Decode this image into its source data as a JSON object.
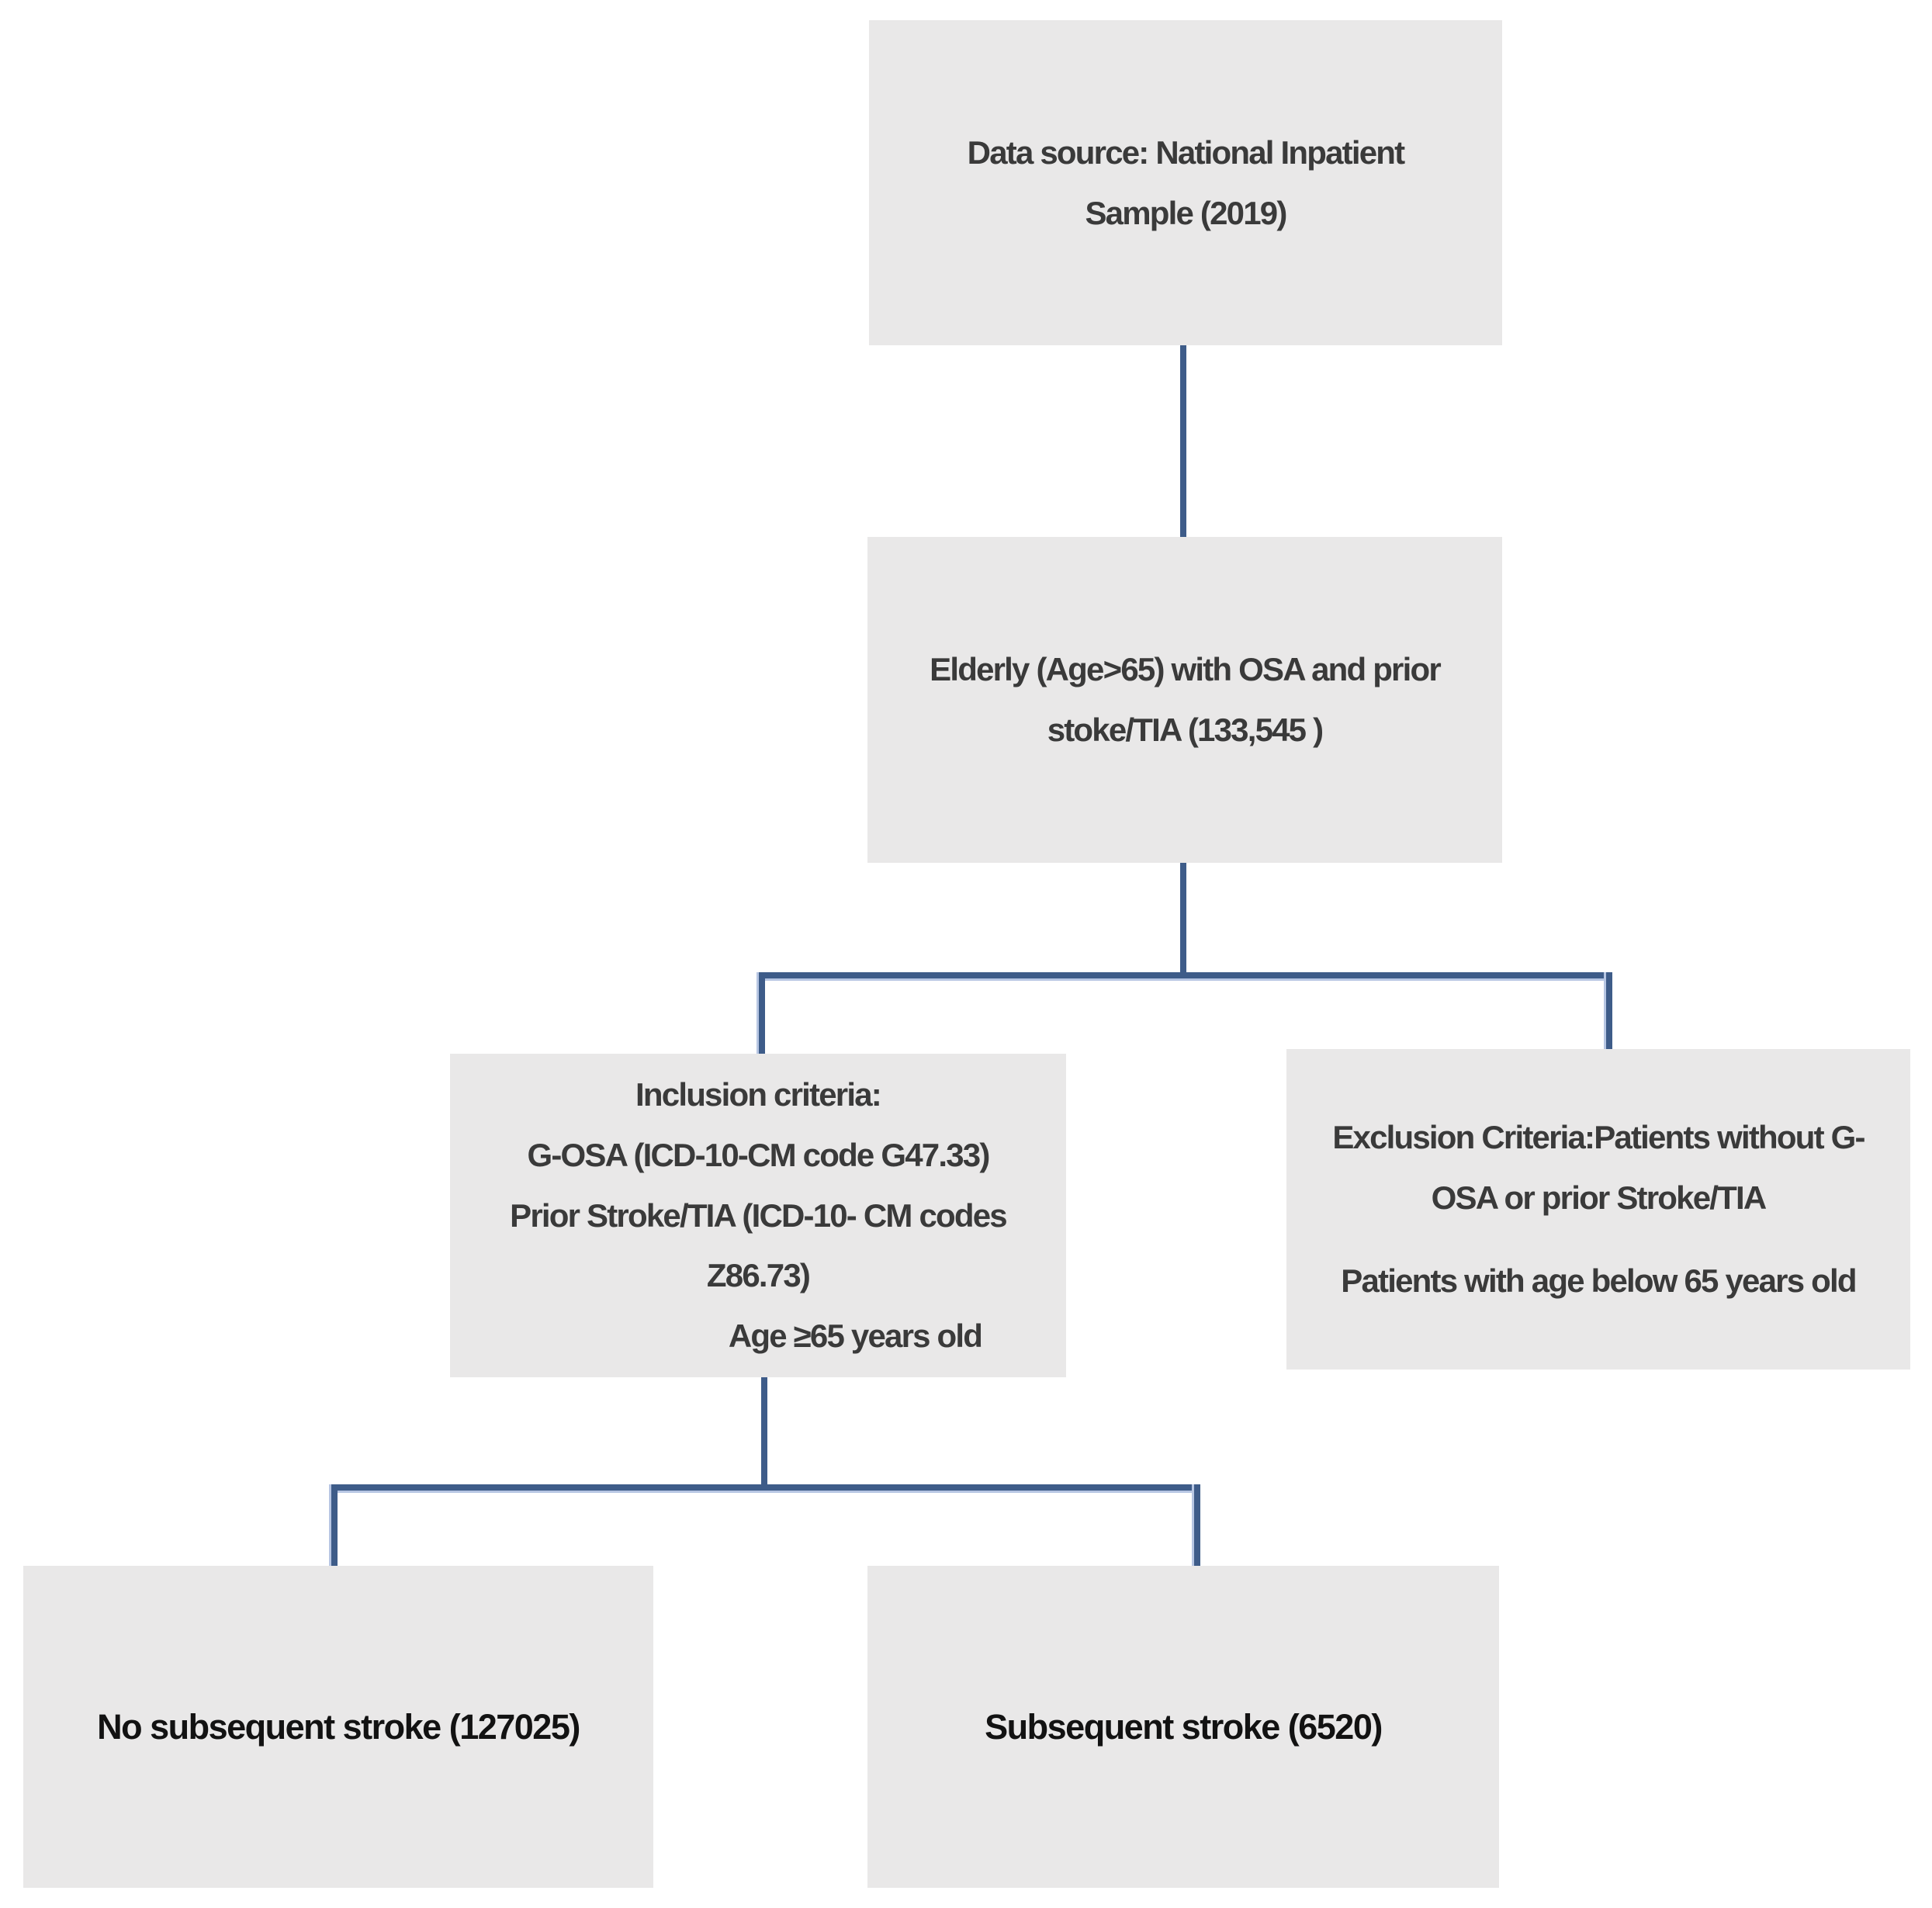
{
  "diagram": {
    "title_hint": "Patient selection flowchart, National Inpatient Sample 2019",
    "nodes": {
      "data_source": "Data source: National Inpatient\nSample (2019)",
      "population": "Elderly (Age>65) with OSA and prior\nstoke/TIA (133,545 )",
      "inclusion": {
        "p1": "Inclusion criteria:",
        "p2": "G-OSA (ICD-10-CM code G47.33)",
        "p3": "Prior Stroke/TIA (ICD-10- CM codes\nZ86.73)",
        "p4": "Age ≥65 years old"
      },
      "exclusion": {
        "p1": "Exclusion Criteria:Patients without G-\nOSA or prior Stroke/TIA",
        "p2": "Patients with age below 65 years old"
      },
      "no_subsequent_stroke": "No subsequent stroke (127025)",
      "subsequent_stroke": "Subsequent stroke (6520)"
    },
    "edges": [
      "data_source -> population",
      "population -> inclusion",
      "population -> exclusion",
      "inclusion -> no_subsequent_stroke",
      "inclusion -> subsequent_stroke"
    ]
  },
  "colors": {
    "box_fill": "#e9e8e8",
    "connector": "#3e5c89",
    "connector_halo": "#b7c6e3",
    "text": "#3a3a3a",
    "text_emphasis": "#121212"
  }
}
